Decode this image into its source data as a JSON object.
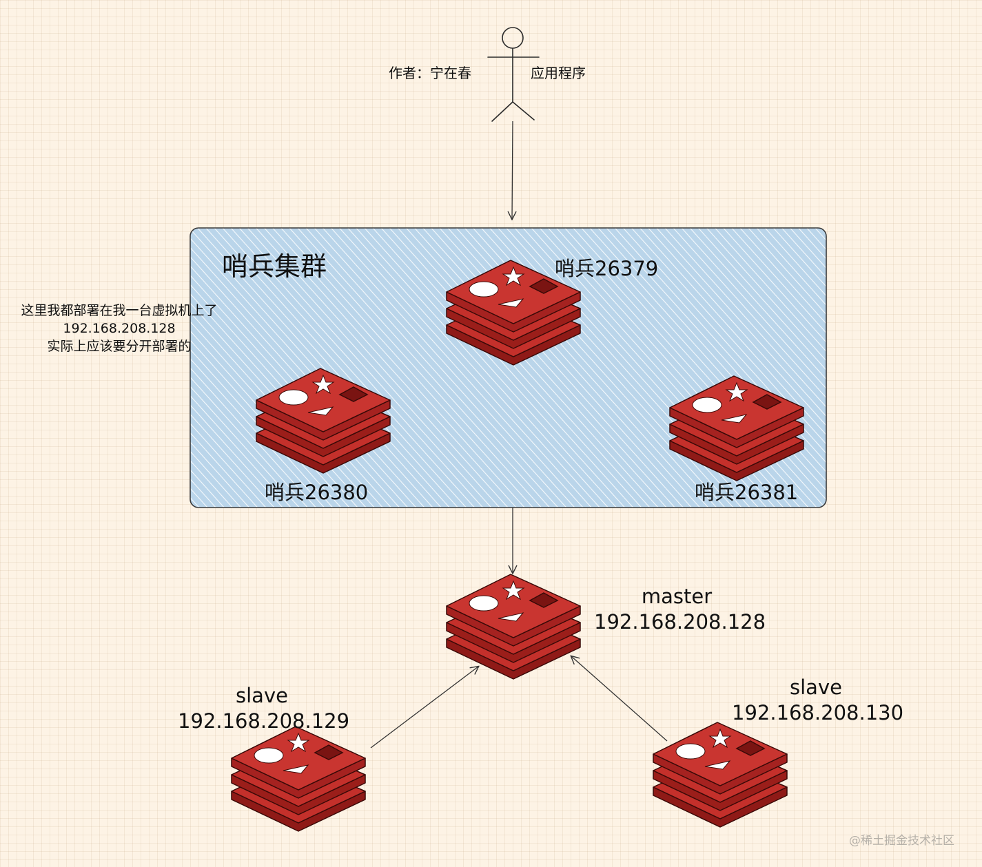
{
  "actor": {
    "author": "作者：宁在春",
    "label": "应用程序"
  },
  "cluster": {
    "title": "哨兵集群",
    "sentinels": [
      {
        "label": "哨兵26379"
      },
      {
        "label": "哨兵26380"
      },
      {
        "label": "哨兵26381"
      }
    ]
  },
  "note": {
    "line1": "这里我都部署在我一台虚拟机上了",
    "line2": "192.168.208.128",
    "line3": "实际上应该要分开部署的"
  },
  "master": {
    "role": "master",
    "ip": "192.168.208.128"
  },
  "slaves": [
    {
      "role": "slave",
      "ip": "192.168.208.129"
    },
    {
      "role": "slave",
      "ip": "192.168.208.130"
    }
  ],
  "watermark": "@稀土掘金技术社区",
  "colors": {
    "background": "#fdf3e5",
    "cluster_fill": "#b8d4e8",
    "cluster_hatch": "#ffffff",
    "redis_top": "#c4302b",
    "redis_side_dark": "#8f1a17",
    "redis_side_light": "#a52220",
    "line": "#333333"
  },
  "icons": [
    "person-icon",
    "redis-icon"
  ]
}
